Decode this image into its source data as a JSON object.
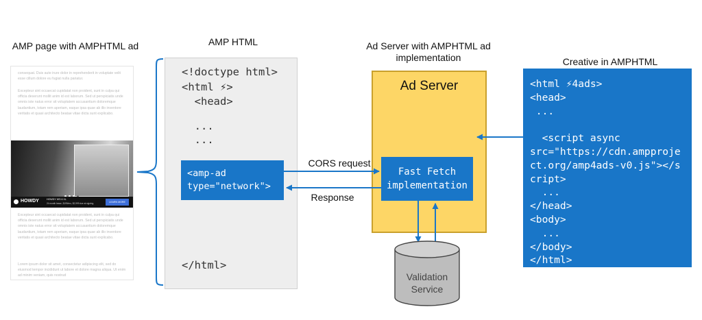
{
  "titles": {
    "amp_page": "AMP page with AMPHTML ad",
    "amp_html": "AMP HTML",
    "ad_server_line1": "Ad Server with AMPHTML ad",
    "ad_server_line2": "implementation",
    "creative": "Creative in AMPHTML"
  },
  "amp_html_code": {
    "doctype": "<!doctype html>",
    "html_open": "<html ⚡>",
    "head": "  <head>",
    "dots1": "  ...",
    "dots2": "  ...",
    "html_close": "</html>"
  },
  "amp_ad": {
    "line1": "<amp-ad",
    "line2": "type=\"network\">"
  },
  "arrows": {
    "request": "CORS request",
    "response": "Response"
  },
  "ad_server": {
    "title": "Ad Server",
    "fast_fetch_line1": "Fast Fetch",
    "fast_fetch_line2": "implementation"
  },
  "validation": {
    "line1": "Validation",
    "line2": "Service"
  },
  "creative_code": [
    "<html ⚡4ads>",
    "<head>",
    " ...",
    "",
    "  <script async",
    "src=\"https://cdn.ampproje",
    "ct.org/amp4ads-v0.js\"></s",
    "cript>",
    "  ...",
    "</head>",
    "<body>",
    "  ...",
    "</body>",
    "</html>"
  ],
  "phone": {
    "para_top": "consequat. Duis aute irure dolor in reprehenderit in voluptate velit esse cillum dolore eu fugiat nulla pariatur.",
    "para_mid": "Excepteur sint occaecat cupidatat non proident, sunt in culpa qui officia deserunt mollit anim id est laborum. Sed ut perspiciatis unde omnis iste natus error sit voluptatem accusantium doloremque laudantium, totam rem aperiam, eaque ipsa quae ab illo inventore veritatis et quasi architecto beatae vitae dicta sunt explicabo.",
    "para_low": "Excepteur sint occaecat cupidatat non proident, sunt in culpa qui officia deserunt mollit anim id est laborum. Sed ut perspiciatis unde omnis iste natus error sit voluptatem accusantium doloremque laudantium, totam rem aperiam, eaque ipsa quae ab illo inventore veritatis et quasi architecto beatae vitae dicta sunt explicabo.",
    "para_bottom": "Lorem ipsum dolor sit amet, consectetur adipiscing elit, sed do eiusmod tempor incididunt ut labore et dolore magna aliqua. Ut enim ad minim veniam, quis nostrud",
    "ad_brand": "HOWDY",
    "ad_model": "HOWDY WS 6 XL",
    "ad_detail": "24 month lease, $199/mo, $2,999 due at signing.",
    "ad_cta": "LEARN MORE"
  },
  "colors": {
    "blue": "#1976c8",
    "yellow": "#fdd666",
    "gray_box": "#eeeeee",
    "cylinder": "#bdbdbd"
  }
}
